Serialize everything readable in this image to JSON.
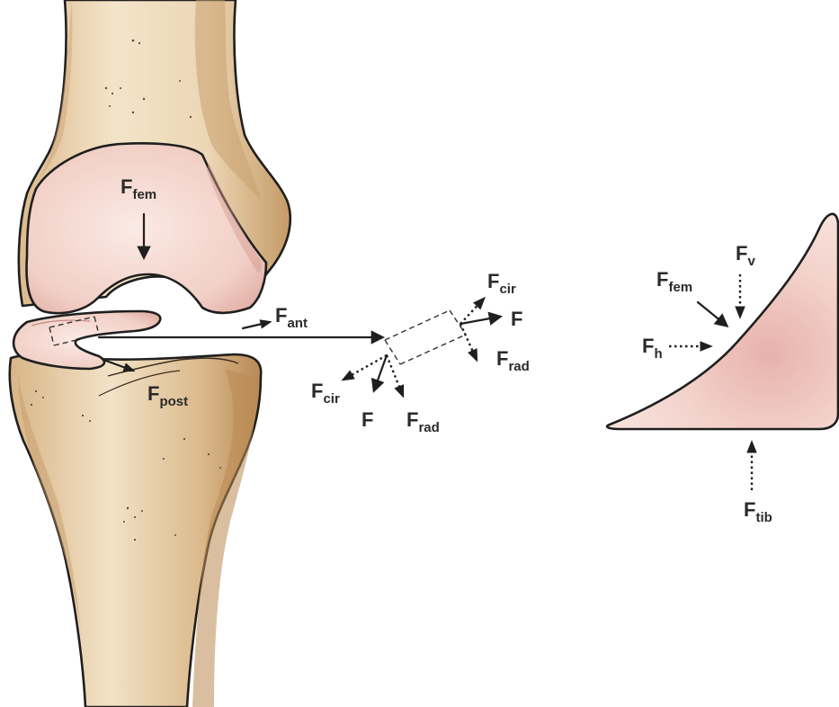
{
  "labels": {
    "f_fem_knee": {
      "main": "F",
      "sub": "fem"
    },
    "f_ant": {
      "main": "F",
      "sub": "ant"
    },
    "f_post": {
      "main": "F",
      "sub": "post"
    },
    "f_cir_top": {
      "main": "F",
      "sub": "cir"
    },
    "f_right": {
      "main": "F",
      "sub": ""
    },
    "f_rad_right": {
      "main": "F",
      "sub": "rad"
    },
    "f_cir_bottom": {
      "main": "F",
      "sub": "cir"
    },
    "f_bottom": {
      "main": "F",
      "sub": ""
    },
    "f_rad_bottom": {
      "main": "F",
      "sub": "rad"
    },
    "f_fem_wedge": {
      "main": "F",
      "sub": "fem"
    },
    "f_v": {
      "main": "F",
      "sub": "v"
    },
    "f_h": {
      "main": "F",
      "sub": "h"
    },
    "f_tib": {
      "main": "F",
      "sub": "tib"
    }
  },
  "colors": {
    "bone_light": "#efdcbf",
    "bone_shadow": "#c9a676",
    "cartilage": "#f2cfc6",
    "cartilage_deep": "#e2a9a1",
    "outline": "#1f1f1f"
  }
}
